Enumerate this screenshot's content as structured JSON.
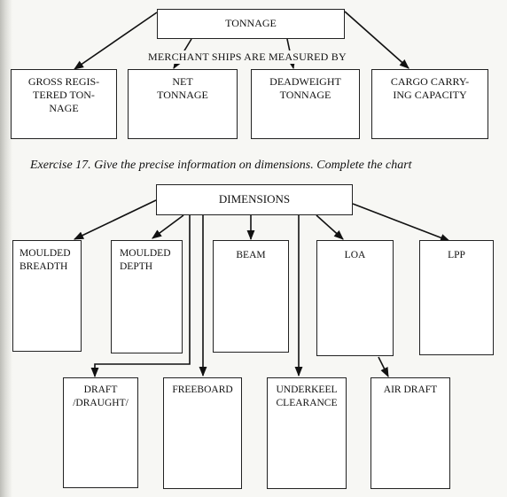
{
  "tonnage": {
    "title": "TONNAGE",
    "caption": "MERCHANT SHIPS ARE MEASURED BY",
    "items": [
      {
        "line1": "GROSS REGIS-",
        "line2": "TERED TON-",
        "line3": "NAGE"
      },
      {
        "line1": "NET",
        "line2": "TONNAGE"
      },
      {
        "line1": "DEADWEIGHT",
        "line2": "TONNAGE"
      },
      {
        "line1": "CARGO CARRY-",
        "line2": "ING CAPACITY"
      }
    ]
  },
  "exercise": {
    "text": "Exercise 17. Give the precise information on dimensions. Complete the chart"
  },
  "dimensions": {
    "title": "DIMENSIONS",
    "top_row": [
      {
        "line1": "MOULDED",
        "line2": "BREADTH"
      },
      {
        "line1": "MOULDED",
        "line2": "DEPTH"
      },
      {
        "line1": "BEAM"
      },
      {
        "line1": "LOA"
      },
      {
        "line1": "LPP"
      }
    ],
    "bottom_row": [
      {
        "line1": "DRAFT",
        "line2": "/DRAUGHT/"
      },
      {
        "line1": "FREEBOARD"
      },
      {
        "line1": "UNDERKEEL",
        "line2": "CLEARANCE"
      },
      {
        "line1": "AIR DRAFT"
      }
    ]
  }
}
